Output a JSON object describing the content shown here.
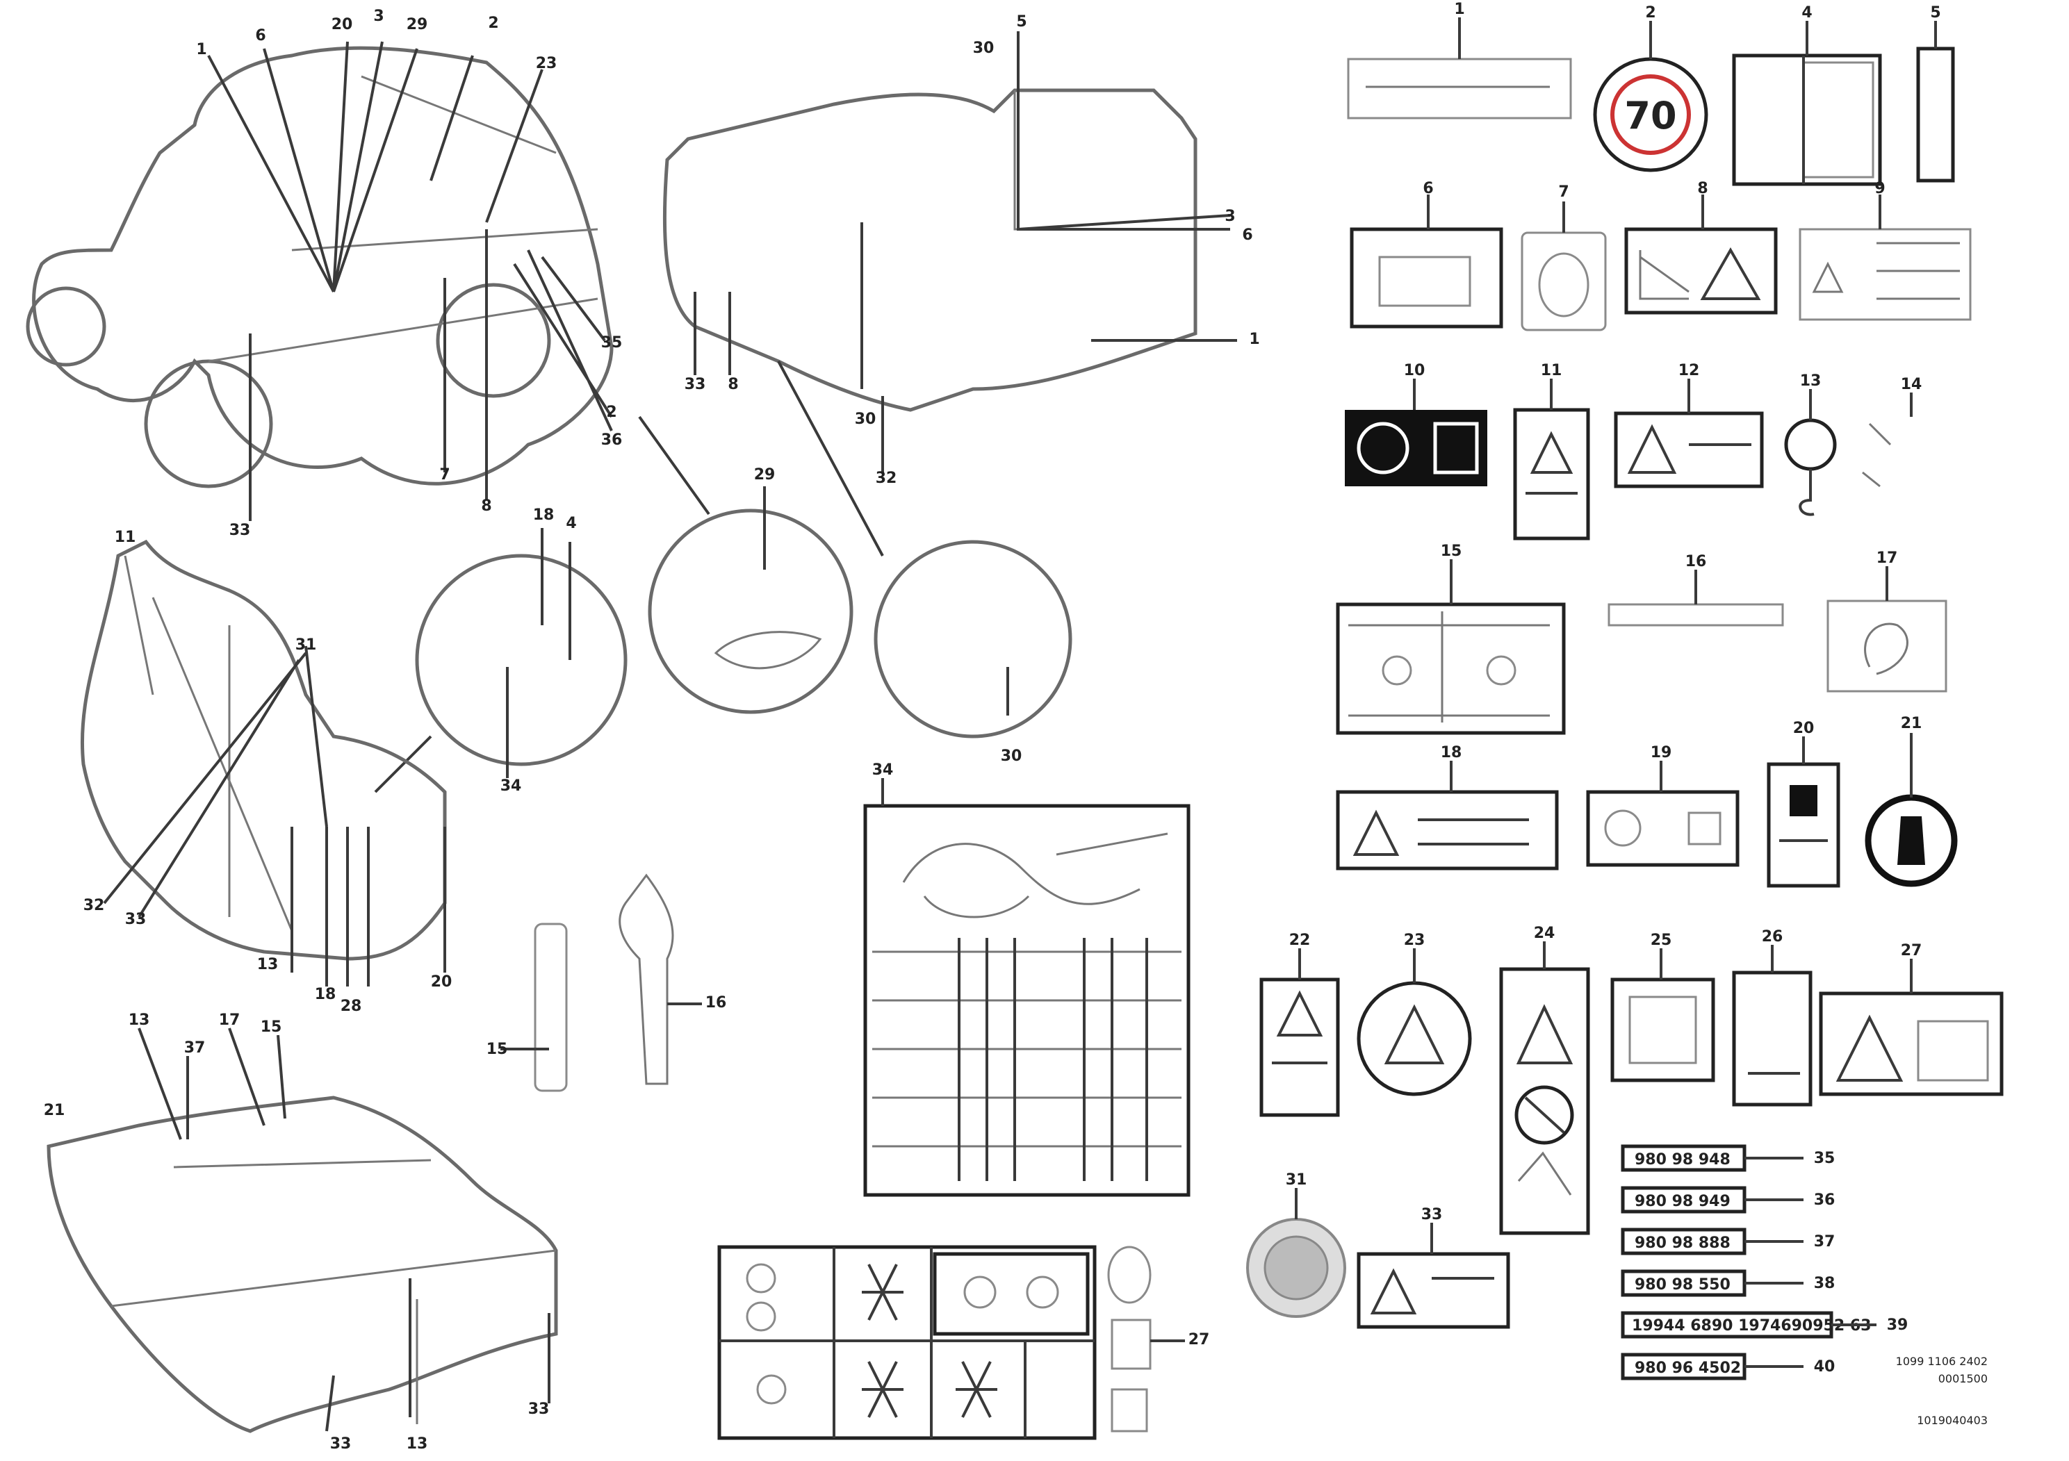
{
  "diagram": {
    "part_list": [
      {
        "ref": "35",
        "code": "980 98 948"
      },
      {
        "ref": "36",
        "code": "980 98 949"
      },
      {
        "ref": "37",
        "code": "980 98 888"
      },
      {
        "ref": "38",
        "code": "980 98 550"
      },
      {
        "ref": "39",
        "code": "19944 6890 1974690952 63"
      },
      {
        "ref": "40",
        "code": "980 96 4502"
      }
    ],
    "footer": {
      "line1": "1099 1106 2402",
      "line2": "0001500",
      "line3": "1019040403"
    },
    "colors": {
      "line": "#3a3a3a",
      "outline": "#6a6a6a",
      "decal_dark": "#111111"
    }
  }
}
